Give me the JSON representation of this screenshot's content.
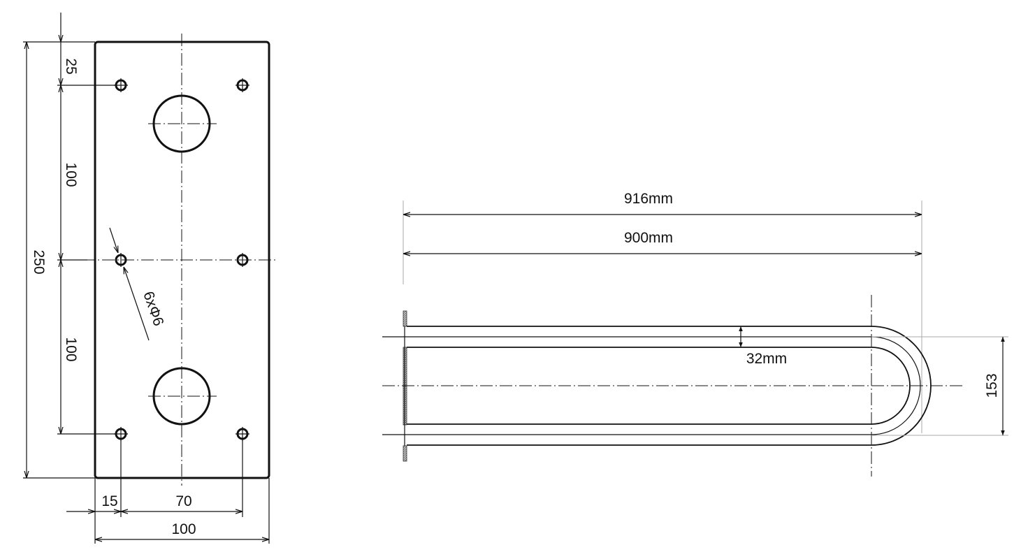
{
  "plate_view": {
    "dim_top_offset": "25",
    "dim_spacing_upper": "100",
    "dim_spacing_lower": "100",
    "dim_height": "250",
    "dim_edge_offset": "15",
    "dim_hole_spacing": "70",
    "dim_width": "100",
    "hole_callout": "6xΦ6"
  },
  "side_view": {
    "dim_overall_length": "916mm",
    "dim_length": "900mm",
    "dim_tube_diameter": "32mm",
    "dim_rail_spacing": "153"
  }
}
